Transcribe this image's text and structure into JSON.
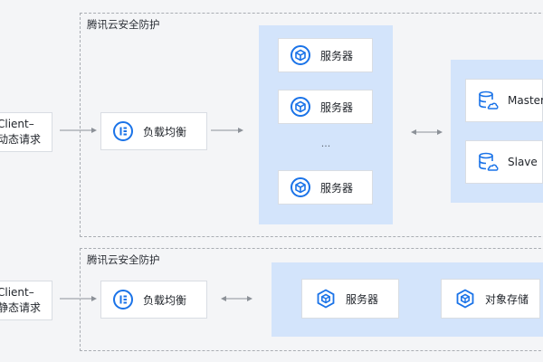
{
  "regions": [
    {
      "title": "腾讯云安全防护"
    },
    {
      "title": "腾讯云安全防护"
    }
  ],
  "dynamic": {
    "client_line1": "Client–",
    "client_line2": "动态请求",
    "lb_label": "负载均衡",
    "servers": [
      "服务器",
      "服务器",
      "服务器"
    ],
    "ellipsis": "...",
    "db": {
      "master": "Master",
      "slave": "Slave"
    }
  },
  "static": {
    "client_line1": "Client–",
    "client_line2": "静态请求",
    "lb_label": "负载均衡",
    "server_label": "服务器",
    "storage_label": "对象存储"
  },
  "colors": {
    "accent": "#1a73e8",
    "panel": "#d3e4fb",
    "background": "#f4f5f7",
    "connector": "#8c9198"
  },
  "icons": {
    "load_balancer": "load-balancer-icon",
    "server": "server-cube-icon",
    "database": "database-cloud-icon",
    "storage": "storage-cube-icon"
  }
}
